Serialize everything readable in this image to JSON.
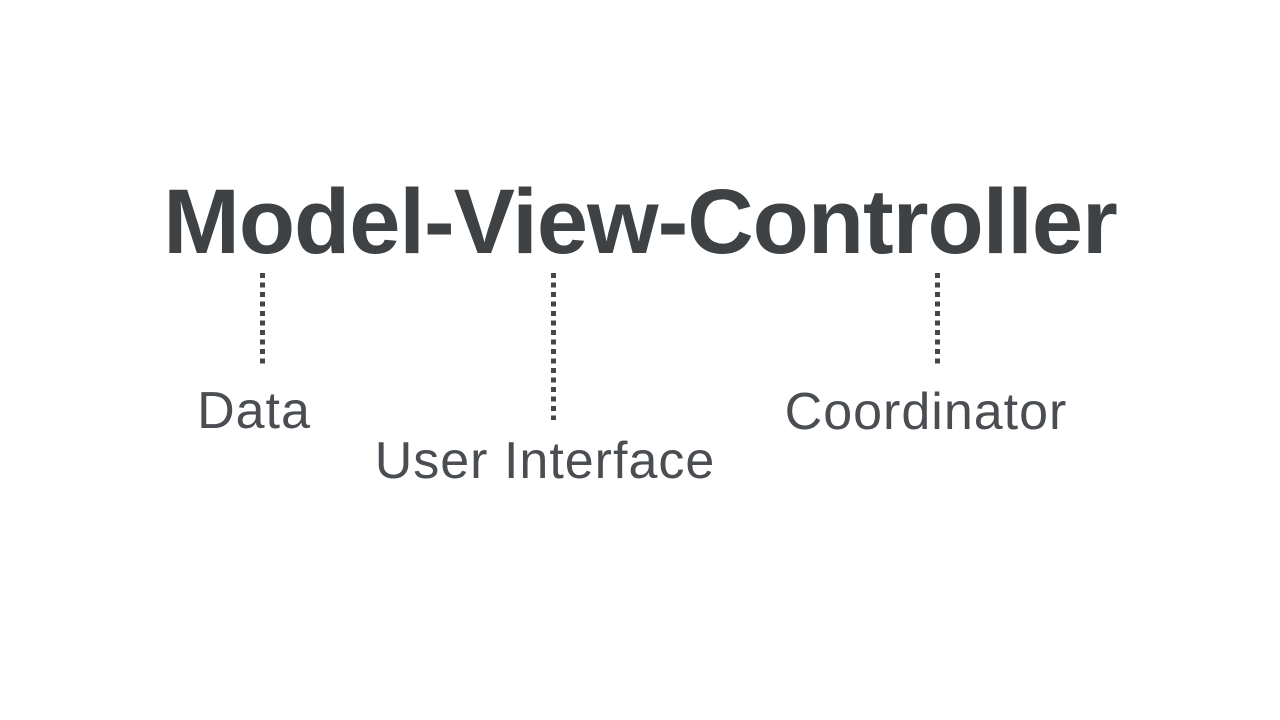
{
  "diagram": {
    "title": "Model-View-Controller",
    "annotations": [
      {
        "label": "Data"
      },
      {
        "label": "User Interface"
      },
      {
        "label": "Coordinator"
      }
    ],
    "colors": {
      "background": "#ffffff",
      "title_text": "#3e4245",
      "annotation_text": "#4a4e52",
      "connector": "#43474a"
    }
  }
}
